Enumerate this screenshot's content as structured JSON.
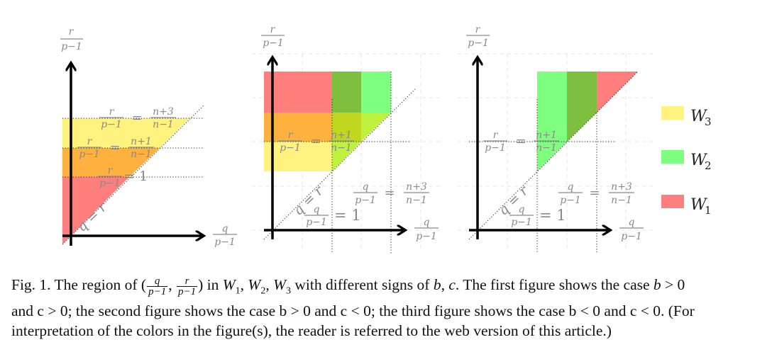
{
  "figure": {
    "colors": {
      "W1": "#ff7f7f",
      "W2": "#7fff7f",
      "W3": "#fff27f",
      "W1_W3_overlap": "#ffb140",
      "W1_W2_overlap": "#7fbf3f",
      "W2_W3_overlap": "#bff23f",
      "W1_W2_W3_overlap": "#bfd81f"
    },
    "axis_labels": {
      "x_num": "q",
      "x_den": "p−1",
      "y_num": "r",
      "y_den": "p−1"
    },
    "panels": [
      {
        "case": "b > 0 and c > 0",
        "labels": {
          "line_top": {
            "lhs_num": "r",
            "lhs_den": "p−1",
            "eq": "=",
            "rhs_num": "n+3",
            "rhs_den": "n−1"
          },
          "line_mid": {
            "lhs_num": "r",
            "lhs_den": "p−1",
            "eq": "=",
            "rhs_num": "n+1",
            "rhs_den": "n−1"
          },
          "line_low": {
            "lhs_num": "r",
            "lhs_den": "p−1",
            "eq": "= 1"
          },
          "diag": "q = r"
        }
      },
      {
        "case": "b > 0 and c < 0",
        "labels": {
          "line_mid": {
            "lhs_num": "r",
            "lhs_den": "p−1",
            "eq": "=",
            "rhs_num": "n+1",
            "rhs_den": "n−1"
          },
          "vline_right": {
            "lhs_num": "q",
            "lhs_den": "p−1",
            "eq": "=",
            "rhs_num": "n+3",
            "rhs_den": "n−1"
          },
          "vline_left": {
            "lhs_num": "q",
            "lhs_den": "p−1",
            "eq": "= 1"
          },
          "diag": "q = r"
        }
      },
      {
        "case": "b < 0 and c < 0",
        "labels": {
          "line_mid": {
            "lhs_num": "r",
            "lhs_den": "p−1",
            "eq": "=",
            "rhs_num": "n+1",
            "rhs_den": "n−1"
          },
          "vline_right": {
            "lhs_num": "q",
            "lhs_den": "p−1",
            "eq": "=",
            "rhs_num": "n+3",
            "rhs_den": "n−1"
          },
          "vline_left": {
            "lhs_num": "q",
            "lhs_den": "p−1",
            "eq": "= 1"
          },
          "diag": "q = r"
        }
      }
    ],
    "legend": [
      {
        "name": "W",
        "sub": "3",
        "color": "#fff27f"
      },
      {
        "name": "W",
        "sub": "2",
        "color": "#7fff7f"
      },
      {
        "name": "W",
        "sub": "1",
        "color": "#ff7f7f"
      }
    ]
  },
  "caption": {
    "line1": {
      "a": "Fig. 1. The region of (",
      "f1_num": "q",
      "f1_den": "p−1",
      "comma": ", ",
      "f2_num": "r",
      "f2_den": "p−1",
      "b": ") in ",
      "w1": "W",
      "w1s": "1",
      "c1": ", ",
      "w2": "W",
      "w2s": "2",
      "c2": ", ",
      "w3": "W",
      "w3s": "3",
      "c": " with different signs of ",
      "bvar": "b",
      "c3": ", ",
      "cvar": "c",
      "d": ". The first figure shows the case ",
      "e": "b",
      "f": " > 0"
    },
    "line2": "and c > 0; the second figure shows the case b > 0 and c < 0; the third figure shows the case b < 0 and c < 0. (For",
    "line3": "interpretation of the colors in the figure(s), the reader is referred to the web version of this article.)"
  }
}
